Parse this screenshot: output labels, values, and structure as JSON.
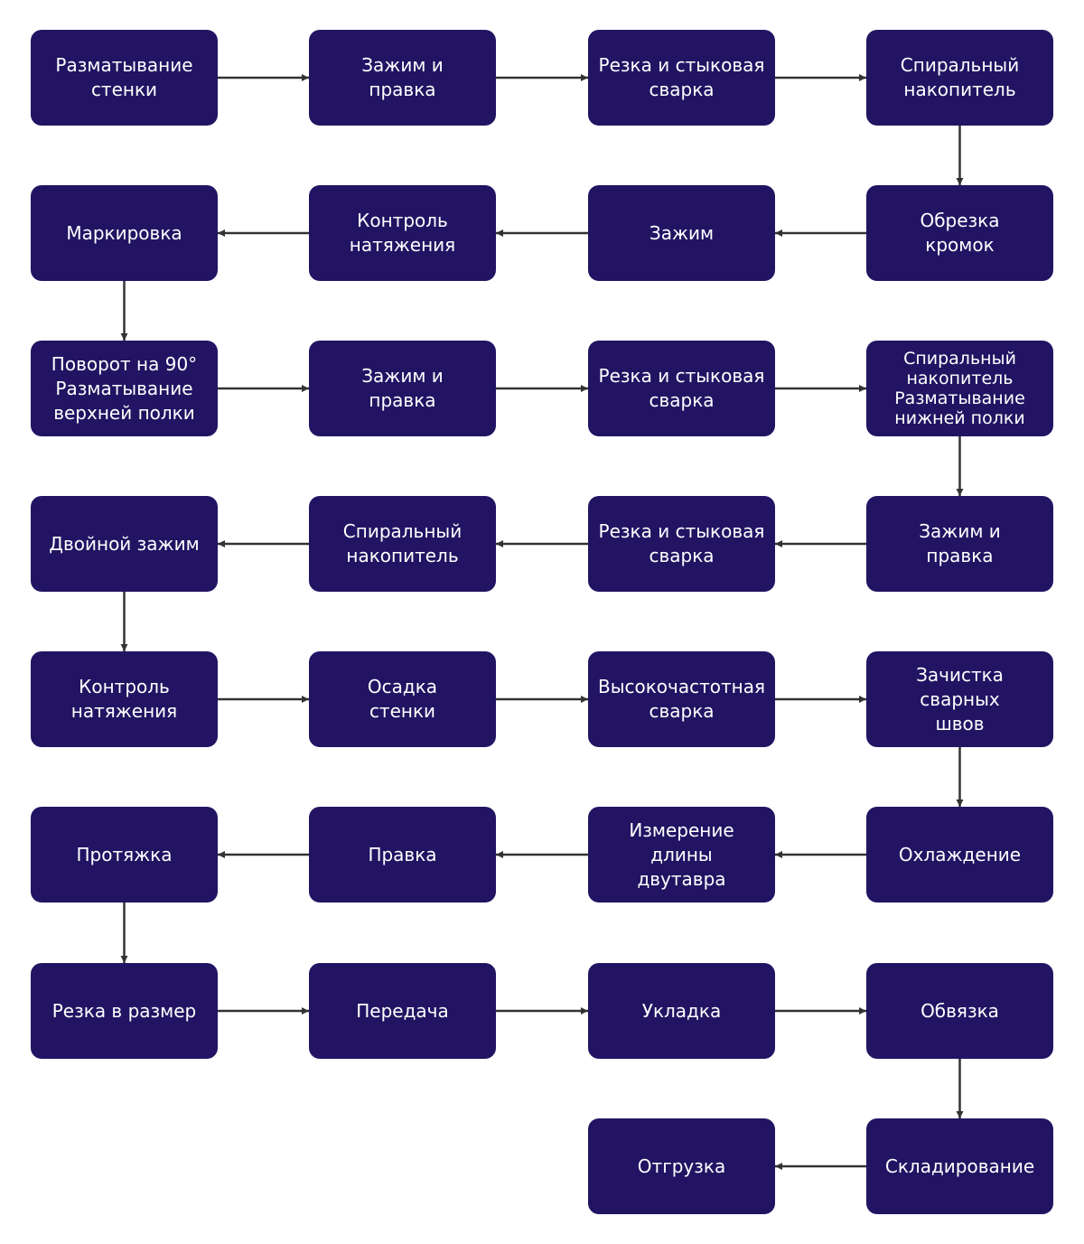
{
  "diagram": {
    "node_fill": "#221463",
    "node_text_color": "#ffffff",
    "edge_color": "#333333",
    "nodes": [
      {
        "id": "n1",
        "label": "Разматывание\nстенки"
      },
      {
        "id": "n2",
        "label": "Зажим и\nправка"
      },
      {
        "id": "n3",
        "label": "Резка и стыковая\nсварка"
      },
      {
        "id": "n4",
        "label": "Спиральный\nнакопитель"
      },
      {
        "id": "n5",
        "label": "Обрезка\nкромок"
      },
      {
        "id": "n6",
        "label": "Зажим"
      },
      {
        "id": "n7",
        "label": "Контроль\nнатяжения"
      },
      {
        "id": "n8",
        "label": "Маркировка"
      },
      {
        "id": "n9",
        "label": "Поворот на 90°\nРазматывание\nверхней полки"
      },
      {
        "id": "n10",
        "label": "Зажим и\nправка"
      },
      {
        "id": "n11",
        "label": "Резка и стыковая\nсварка"
      },
      {
        "id": "n12",
        "label": "Спиральный\nнакопитель\nРазматывание\nнижней полки"
      },
      {
        "id": "n13",
        "label": "Зажим и\nправка"
      },
      {
        "id": "n14",
        "label": "Резка и стыковая\nсварка"
      },
      {
        "id": "n15",
        "label": "Спиральный\nнакопитель"
      },
      {
        "id": "n16",
        "label": "Двойной зажим"
      },
      {
        "id": "n17",
        "label": "Контроль\nнатяжения"
      },
      {
        "id": "n18",
        "label": "Осадка\nстенки"
      },
      {
        "id": "n19",
        "label": "Высокочастотная\nсварка"
      },
      {
        "id": "n20",
        "label": "Зачистка сварных\nшвов"
      },
      {
        "id": "n21",
        "label": "Охлаждение"
      },
      {
        "id": "n22",
        "label": "Измерение длины\nдвутавра"
      },
      {
        "id": "n23",
        "label": "Правка"
      },
      {
        "id": "n24",
        "label": "Протяжка"
      },
      {
        "id": "n25",
        "label": "Резка в размер"
      },
      {
        "id": "n26",
        "label": "Передача"
      },
      {
        "id": "n27",
        "label": "Укладка"
      },
      {
        "id": "n28",
        "label": "Обвязка"
      },
      {
        "id": "n29",
        "label": "Складирование"
      },
      {
        "id": "n30",
        "label": "Отгрузка"
      }
    ],
    "edges": [
      [
        "n1",
        "n2"
      ],
      [
        "n2",
        "n3"
      ],
      [
        "n3",
        "n4"
      ],
      [
        "n4",
        "n5"
      ],
      [
        "n5",
        "n6"
      ],
      [
        "n6",
        "n7"
      ],
      [
        "n7",
        "n8"
      ],
      [
        "n8",
        "n9"
      ],
      [
        "n9",
        "n10"
      ],
      [
        "n10",
        "n11"
      ],
      [
        "n11",
        "n12"
      ],
      [
        "n12",
        "n13"
      ],
      [
        "n13",
        "n14"
      ],
      [
        "n14",
        "n15"
      ],
      [
        "n15",
        "n16"
      ],
      [
        "n16",
        "n17"
      ],
      [
        "n17",
        "n18"
      ],
      [
        "n18",
        "n19"
      ],
      [
        "n19",
        "n20"
      ],
      [
        "n20",
        "n21"
      ],
      [
        "n21",
        "n22"
      ],
      [
        "n22",
        "n23"
      ],
      [
        "n23",
        "n24"
      ],
      [
        "n24",
        "n25"
      ],
      [
        "n25",
        "n26"
      ],
      [
        "n26",
        "n27"
      ],
      [
        "n27",
        "n28"
      ],
      [
        "n28",
        "n29"
      ],
      [
        "n29",
        "n30"
      ]
    ]
  }
}
